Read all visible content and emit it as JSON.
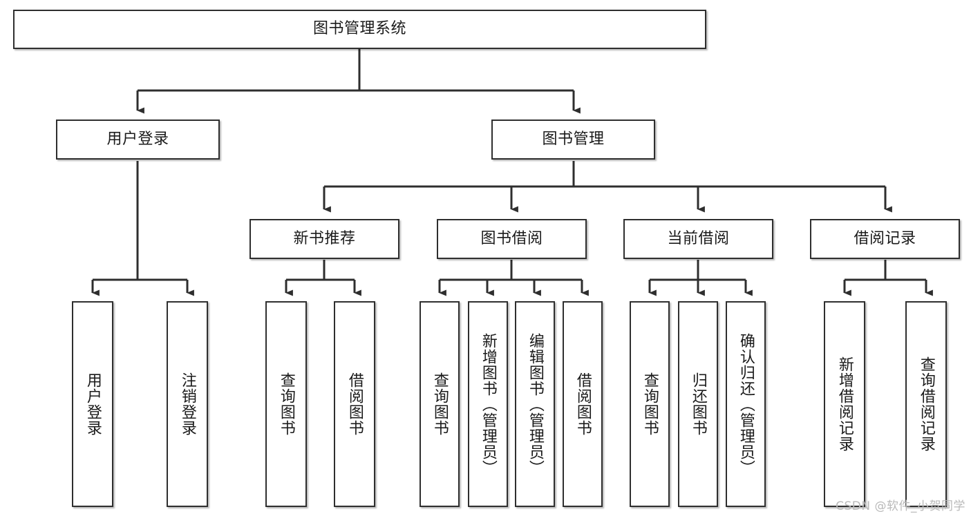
{
  "diagram": {
    "title": "图书管理系统",
    "type": "function-structure-tree",
    "root": {
      "label": "图书管理系统"
    },
    "level2": [
      {
        "label": "用户登录"
      },
      {
        "label": "图书管理"
      }
    ],
    "level3": [
      {
        "label": "新书推荐"
      },
      {
        "label": "图书借阅"
      },
      {
        "label": "当前借阅"
      },
      {
        "label": "借阅记录"
      }
    ],
    "leaves": {
      "user_login": [
        {
          "label": "用户登录"
        },
        {
          "label": "注销登录"
        }
      ],
      "new_book_recommend": [
        {
          "label": "查询图书"
        },
        {
          "label": "借阅图书"
        }
      ],
      "book_borrow": [
        {
          "label": "查询图书"
        },
        {
          "label": "新增图书（管理员）"
        },
        {
          "label": "编辑图书（管理员）"
        },
        {
          "label": "借阅图书"
        }
      ],
      "current_borrow": [
        {
          "label": "查询图书"
        },
        {
          "label": "归还图书"
        },
        {
          "label": "确认归还（管理员）"
        }
      ],
      "borrow_records": [
        {
          "label": "新增借阅记录"
        },
        {
          "label": "查询借阅记录"
        }
      ]
    }
  },
  "watermark": {
    "text": "CSDN @软件_小贺同学"
  },
  "colors": {
    "box_border": "#2e2e2e",
    "box_fill": "#ffffff",
    "edge": "#2e2e2e",
    "text": "#1a1a1a",
    "watermark": "#b9b9b9",
    "background": "#ffffff"
  }
}
